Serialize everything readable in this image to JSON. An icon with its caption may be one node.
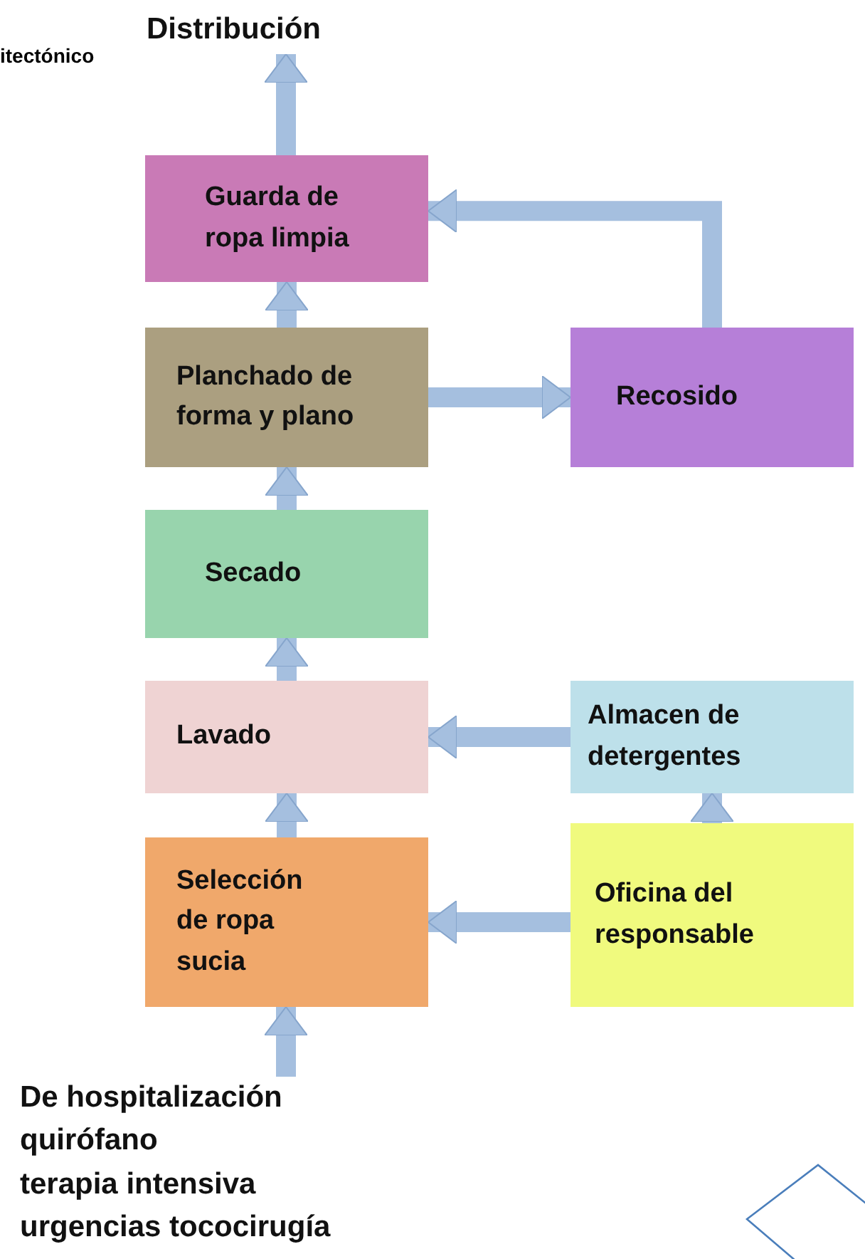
{
  "diagram": {
    "nodes": [
      {
        "text": [
          "Distribución"
        ]
      },
      {
        "text": [
          "Guarda de ropa limpia"
        ]
      },
      {
        "text": [
          "Planchado de forma y plano"
        ]
      },
      {
        "text": [
          "Recosido"
        ]
      },
      {
        "text": [
          "Secado"
        ]
      },
      {
        "text": [
          "Lavado"
        ]
      },
      {
        "text": [
          "Almacen de detergentes"
        ]
      },
      {
        "text": [
          "Selección de ropa sucia"
        ]
      },
      {
        "text": [
          "Oficina del responsable"
        ]
      },
      {
        "text": [
          "De hospitalización",
          "quirófano",
          "terapia intensiva",
          "urgencias tococirugía"
        ]
      },
      {
        "text": [],
        "shape": "diamond"
      }
    ],
    "edges": [
      {
        "from": 9,
        "to": 7,
        "arrow": "to"
      },
      {
        "from": 7,
        "to": 5,
        "arrow": "to"
      },
      {
        "from": 5,
        "to": 4,
        "arrow": "to"
      },
      {
        "from": 4,
        "to": 2,
        "arrow": "to"
      },
      {
        "from": 2,
        "to": 1,
        "arrow": "to"
      },
      {
        "from": 1,
        "to": 0,
        "arrow": "to"
      },
      {
        "from": 2,
        "to": 3,
        "arrow": "to"
      },
      {
        "from": 3,
        "to": 1,
        "arrow": "to"
      },
      {
        "from": 6,
        "to": 5,
        "arrow": "to"
      },
      {
        "from": 8,
        "to": 7,
        "arrow": "to"
      },
      {
        "from": 8,
        "to": 6,
        "arrow": "to"
      }
    ],
    "labels": [
      "itectónico"
    ]
  }
}
